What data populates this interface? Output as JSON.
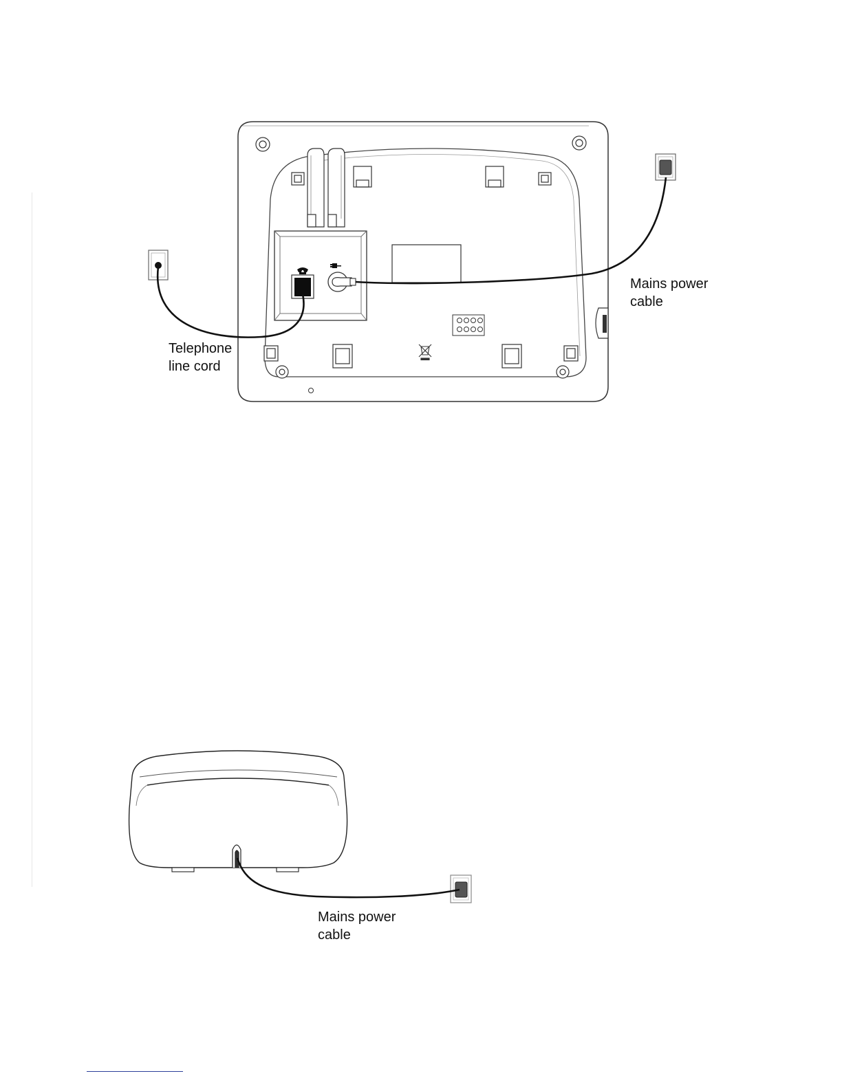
{
  "base_station_diagram": {
    "power_label": "Mains power\ncable",
    "phone_label": "Telephone\nline cord"
  },
  "charger_diagram": {
    "power_label": "Mains power\ncable"
  },
  "icons": [
    "telephone-line-icon",
    "power-plug-icon",
    "weee-bin-icon",
    "wall-socket-icon",
    "phone-wall-jack-icon"
  ]
}
